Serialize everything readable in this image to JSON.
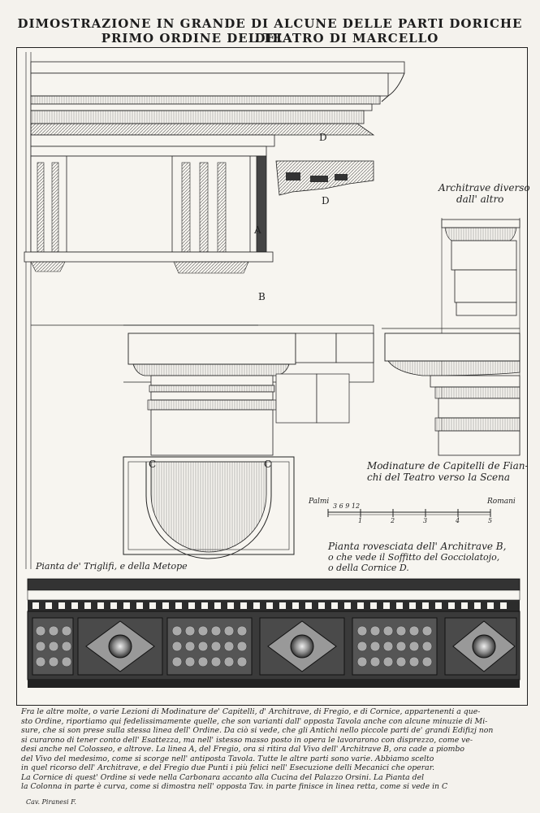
{
  "title": {
    "line1": "DIMOSTRAZIONE IN GRANDE DI ALCUNE DELLE PARTI DORICHE DEL",
    "line2": "PRIMO ORDINE DEL TEATRO DI MARCELLO"
  },
  "labels": {
    "architrave": "Architrave diverso",
    "architrave2": "dall' altro",
    "modinature1": "Modinature de Capitelli de Fian-",
    "modinature2": "chi del Teatro verso la Scena",
    "pianta_trig": "Pianta de' Triglifi, e della Metope",
    "pianta_rov1": "Pianta rovesciata dell' Architrave B,",
    "pianta_rov2": "o che vede il Soffitto del Gocciolatojo,",
    "pianta_rov3": "o della Cornice D.",
    "letter_a": "A",
    "letter_b": "B",
    "letter_c1": "C",
    "letter_c2": "C",
    "letter_d1": "D",
    "letter_d2": "D"
  },
  "scale": {
    "left": "Palmi",
    "right": "Romani",
    "ticks": [
      "1",
      "2",
      "3",
      "4",
      "5"
    ],
    "small": "3  6  9  12"
  },
  "caption": [
    "Fra le altre molte, o varie Lezioni di Modinature de' Capitelli, d' Architrave, di Fregio, e di Cornice, appartenenti a que-",
    "sto Ordine, riportiamo qui fedelissimamente quelle, che son varianti dall' opposta Tavola anche con alcune minuzie di Mi-",
    "sure, che si son prese sulla stessa linea dell' Ordine. Da ciò si vede, che gli Antichi nello piccole parti de' grandi Edifizj non",
    "si curarono di tener conto dell' Esattezza, ma nell' istesso masso posto in opera le lavorarono con disprezzo, come ve-",
    "desi anche nel Colosseo, e altrove. La linea A, del Fregio, ora si ritira dal Vivo dell' Architrave B, ora cade a piombo",
    "del Vivo del medesimo, come si scorge nell' antiposta Tavola. Tutte le altre parti sono varie. Abbiamo scelto",
    "in quel ricorso dell' Architrave, e del Fregio due Punti i più felici nell' Esecuzione delli Mecanici che operar.",
    "La Cornice di quest' Ordine si vede nella Carbonara accanto alla Cucina del Palazzo Orsini. La Pianta del",
    "la Colonna in parte è curva, come si dimostra nell' opposta Tav. in parte finisce in linea retta, come si vede in C"
  ],
  "signature": "Cav. Piranesi F."
}
